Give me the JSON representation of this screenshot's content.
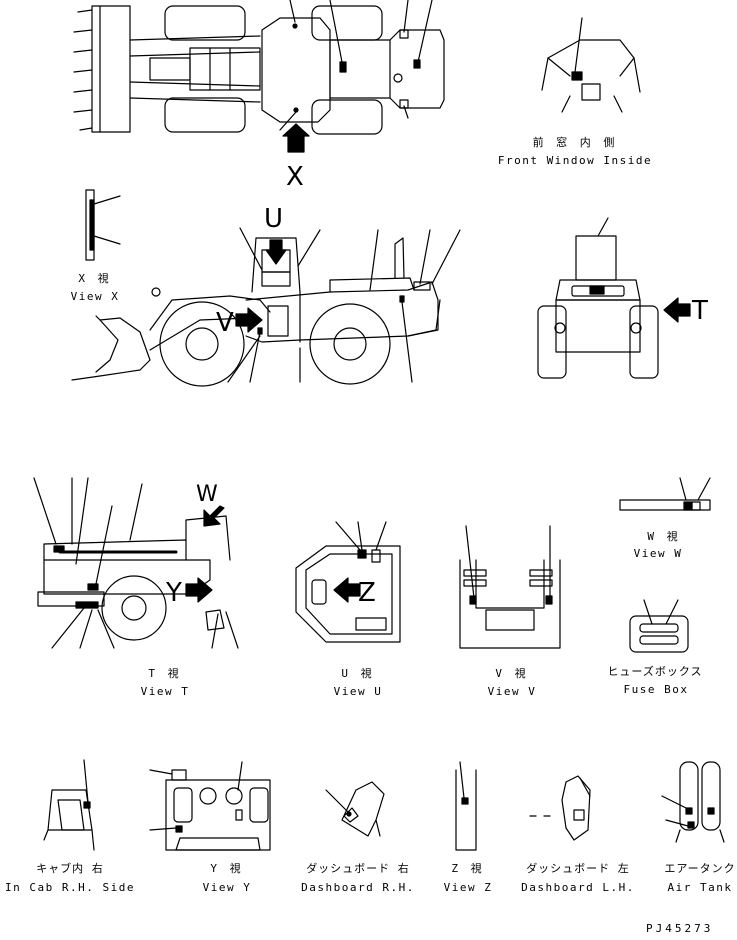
{
  "captions": {
    "front_window_jp": "前 窓 内 側",
    "front_window_en": "Front Window Inside",
    "view_x_jp": "X 視",
    "view_x_en": "View X",
    "view_t_jp": "T 視",
    "view_t_en": "View T",
    "view_u_jp": "U 視",
    "view_u_en": "View U",
    "view_v_jp": "V 視",
    "view_v_en": "View V",
    "view_w_jp": "W 視",
    "view_w_en": "View W",
    "fuse_box_jp": "ヒューズボックス",
    "fuse_box_en": "Fuse Box",
    "in_cab_jp": "キャブ内 右",
    "in_cab_en": "In Cab R.H. Side",
    "view_y_jp": "Y 視",
    "view_y_en": "View Y",
    "dash_rh_jp": "ダッシュボード 右",
    "dash_rh_en": "Dashboard R.H.",
    "view_z_jp": "Z 視",
    "view_z_en": "View Z",
    "dash_lh_jp": "ダッシュボード 左",
    "dash_lh_en": "Dashboard L.H.",
    "air_tank_jp": "エアータンク",
    "air_tank_en": "Air Tank"
  },
  "view_markers": {
    "x": "X",
    "u": "U",
    "v": "V",
    "t": "T",
    "w": "W",
    "y": "Y",
    "z": "Z"
  },
  "drawing_code": "PJ45273",
  "colors": {
    "line": "#000000",
    "background": "#ffffff"
  }
}
